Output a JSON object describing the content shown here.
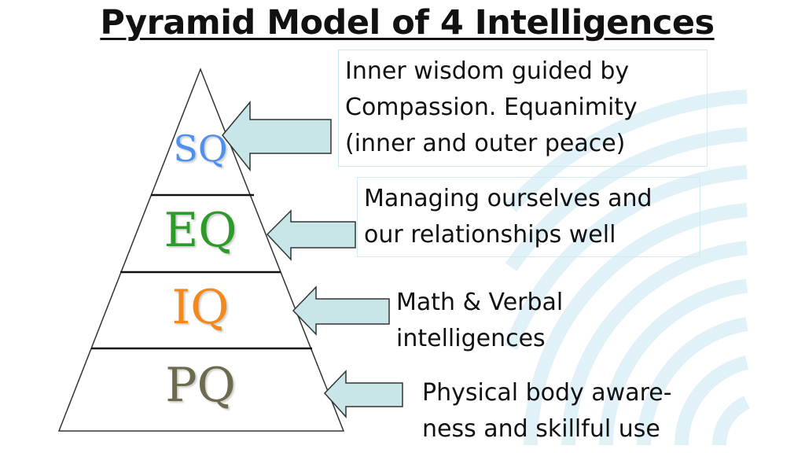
{
  "title": "Pyramid Model of 4 Intelligences",
  "levels": [
    {
      "label": "SQ",
      "color": "#4f8ff0",
      "description": [
        "Inner wisdom guided by",
        "Compassion. Equanimity",
        "(inner and outer peace)"
      ]
    },
    {
      "label": "EQ",
      "color": "#2e9a2a",
      "description": [
        "Managing ourselves and",
        "our relationships well"
      ]
    },
    {
      "label": "IQ",
      "color": "#f08a1e",
      "description": [
        "Math & Verbal",
        "intelligences"
      ]
    },
    {
      "label": "PQ",
      "color": "#6e6a4e",
      "description": [
        "Physical body aware-",
        "ness and skillful use"
      ]
    }
  ],
  "colors": {
    "arrow_fill": "#c8e6e8",
    "watermark": "#e0f2f8"
  }
}
